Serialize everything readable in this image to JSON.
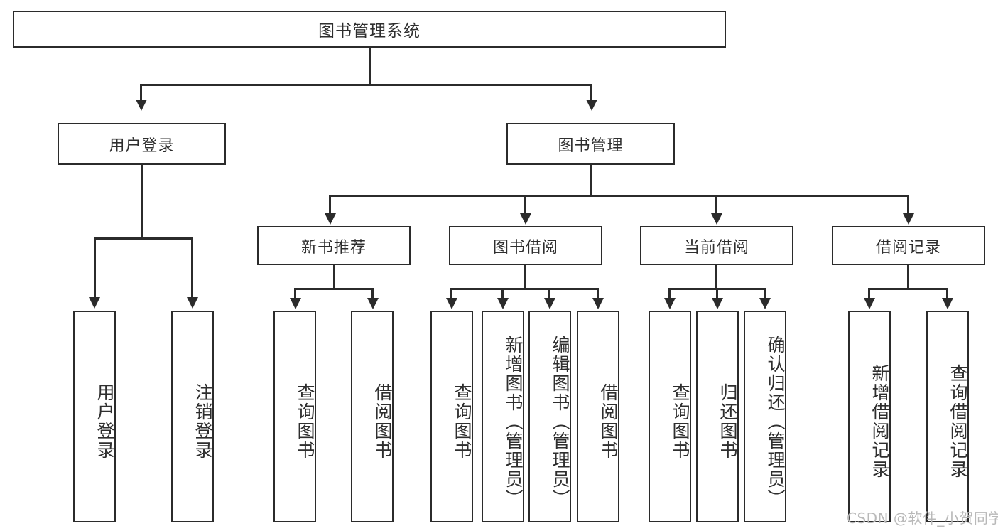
{
  "diagram": {
    "title": "图书管理系统",
    "type": "hierarchy-tree",
    "watermark": "CSDN @软件_小贺同学",
    "colors": {
      "stroke": "#2b2b2b",
      "text": "#2e2e2e",
      "background": "#ffffff",
      "watermark": "#b9b9b9"
    },
    "levels": {
      "root": {
        "label": "图书管理系统"
      },
      "level2": [
        {
          "label": "用户登录"
        },
        {
          "label": "图书管理"
        }
      ],
      "level3": [
        {
          "label": "新书推荐"
        },
        {
          "label": "图书借阅"
        },
        {
          "label": "当前借阅"
        },
        {
          "label": "借阅记录"
        }
      ],
      "leaves": {
        "user_login": [
          {
            "label": "用户登录"
          },
          {
            "label": "注销登录"
          }
        ],
        "new_book_recommend": [
          {
            "label": "查询图书"
          },
          {
            "label": "借阅图书"
          }
        ],
        "book_borrow": [
          {
            "label": "查询图书"
          },
          {
            "label": "新增图书（管理员）"
          },
          {
            "label": "编辑图书（管理员）"
          },
          {
            "label": "借阅图书"
          }
        ],
        "current_borrow": [
          {
            "label": "查询图书"
          },
          {
            "label": "归还图书"
          },
          {
            "label": "确认归还（管理员）"
          }
        ],
        "borrow_records": [
          {
            "label": "新增借阅记录"
          },
          {
            "label": "查询借阅记录"
          }
        ]
      }
    }
  }
}
